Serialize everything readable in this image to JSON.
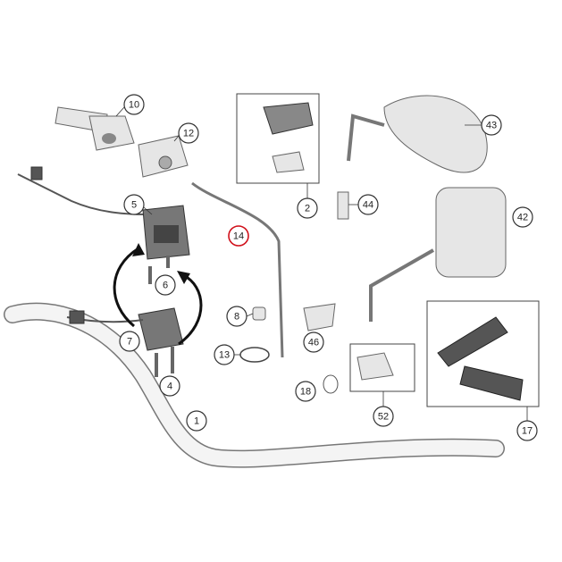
{
  "diagram": {
    "highlight_color": "#d0101a",
    "callouts": [
      {
        "id": "10",
        "label": "10"
      },
      {
        "id": "12",
        "label": "12"
      },
      {
        "id": "5",
        "label": "5"
      },
      {
        "id": "6",
        "label": "6"
      },
      {
        "id": "7",
        "label": "7"
      },
      {
        "id": "4",
        "label": "4"
      },
      {
        "id": "8",
        "label": "8"
      },
      {
        "id": "13",
        "label": "13"
      },
      {
        "id": "14",
        "label": "14",
        "highlighted": true
      },
      {
        "id": "46",
        "label": "46"
      },
      {
        "id": "2",
        "label": "2"
      },
      {
        "id": "44",
        "label": "44"
      },
      {
        "id": "43",
        "label": "43"
      },
      {
        "id": "42",
        "label": "42"
      },
      {
        "id": "18",
        "label": "18"
      },
      {
        "id": "52",
        "label": "52"
      },
      {
        "id": "17",
        "label": "17"
      },
      {
        "id": "1",
        "label": "1"
      }
    ]
  }
}
